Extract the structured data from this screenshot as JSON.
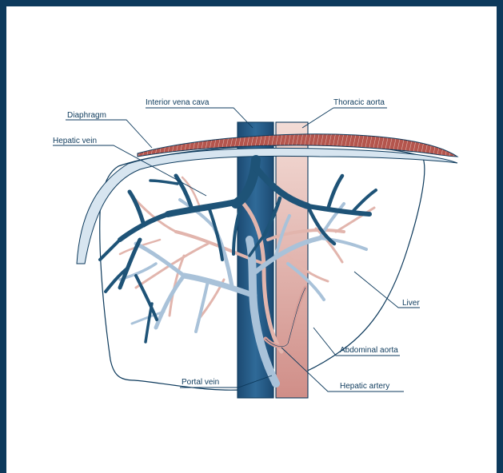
{
  "diagram": {
    "labels": {
      "diaphragm": "Diaphragm",
      "inferior_vena_cava": "Interior vena cava",
      "thoracic_aorta": "Thoracic aorta",
      "hepatic_vein": "Hepatic vein",
      "liver": "Liver",
      "abdominal_aorta": "Abdominal aorta",
      "portal_vein": "Portal vein",
      "hepatic_artery": "Hepatic artery"
    },
    "colors": {
      "frame": "#0d3a5c",
      "hepatic_vein": "#1e5377",
      "portal_vein": "#a9c2d9",
      "hepatic_artery": "#e2b5ad",
      "aorta": "#d99f99",
      "diaphragm": "#b4554d"
    }
  }
}
